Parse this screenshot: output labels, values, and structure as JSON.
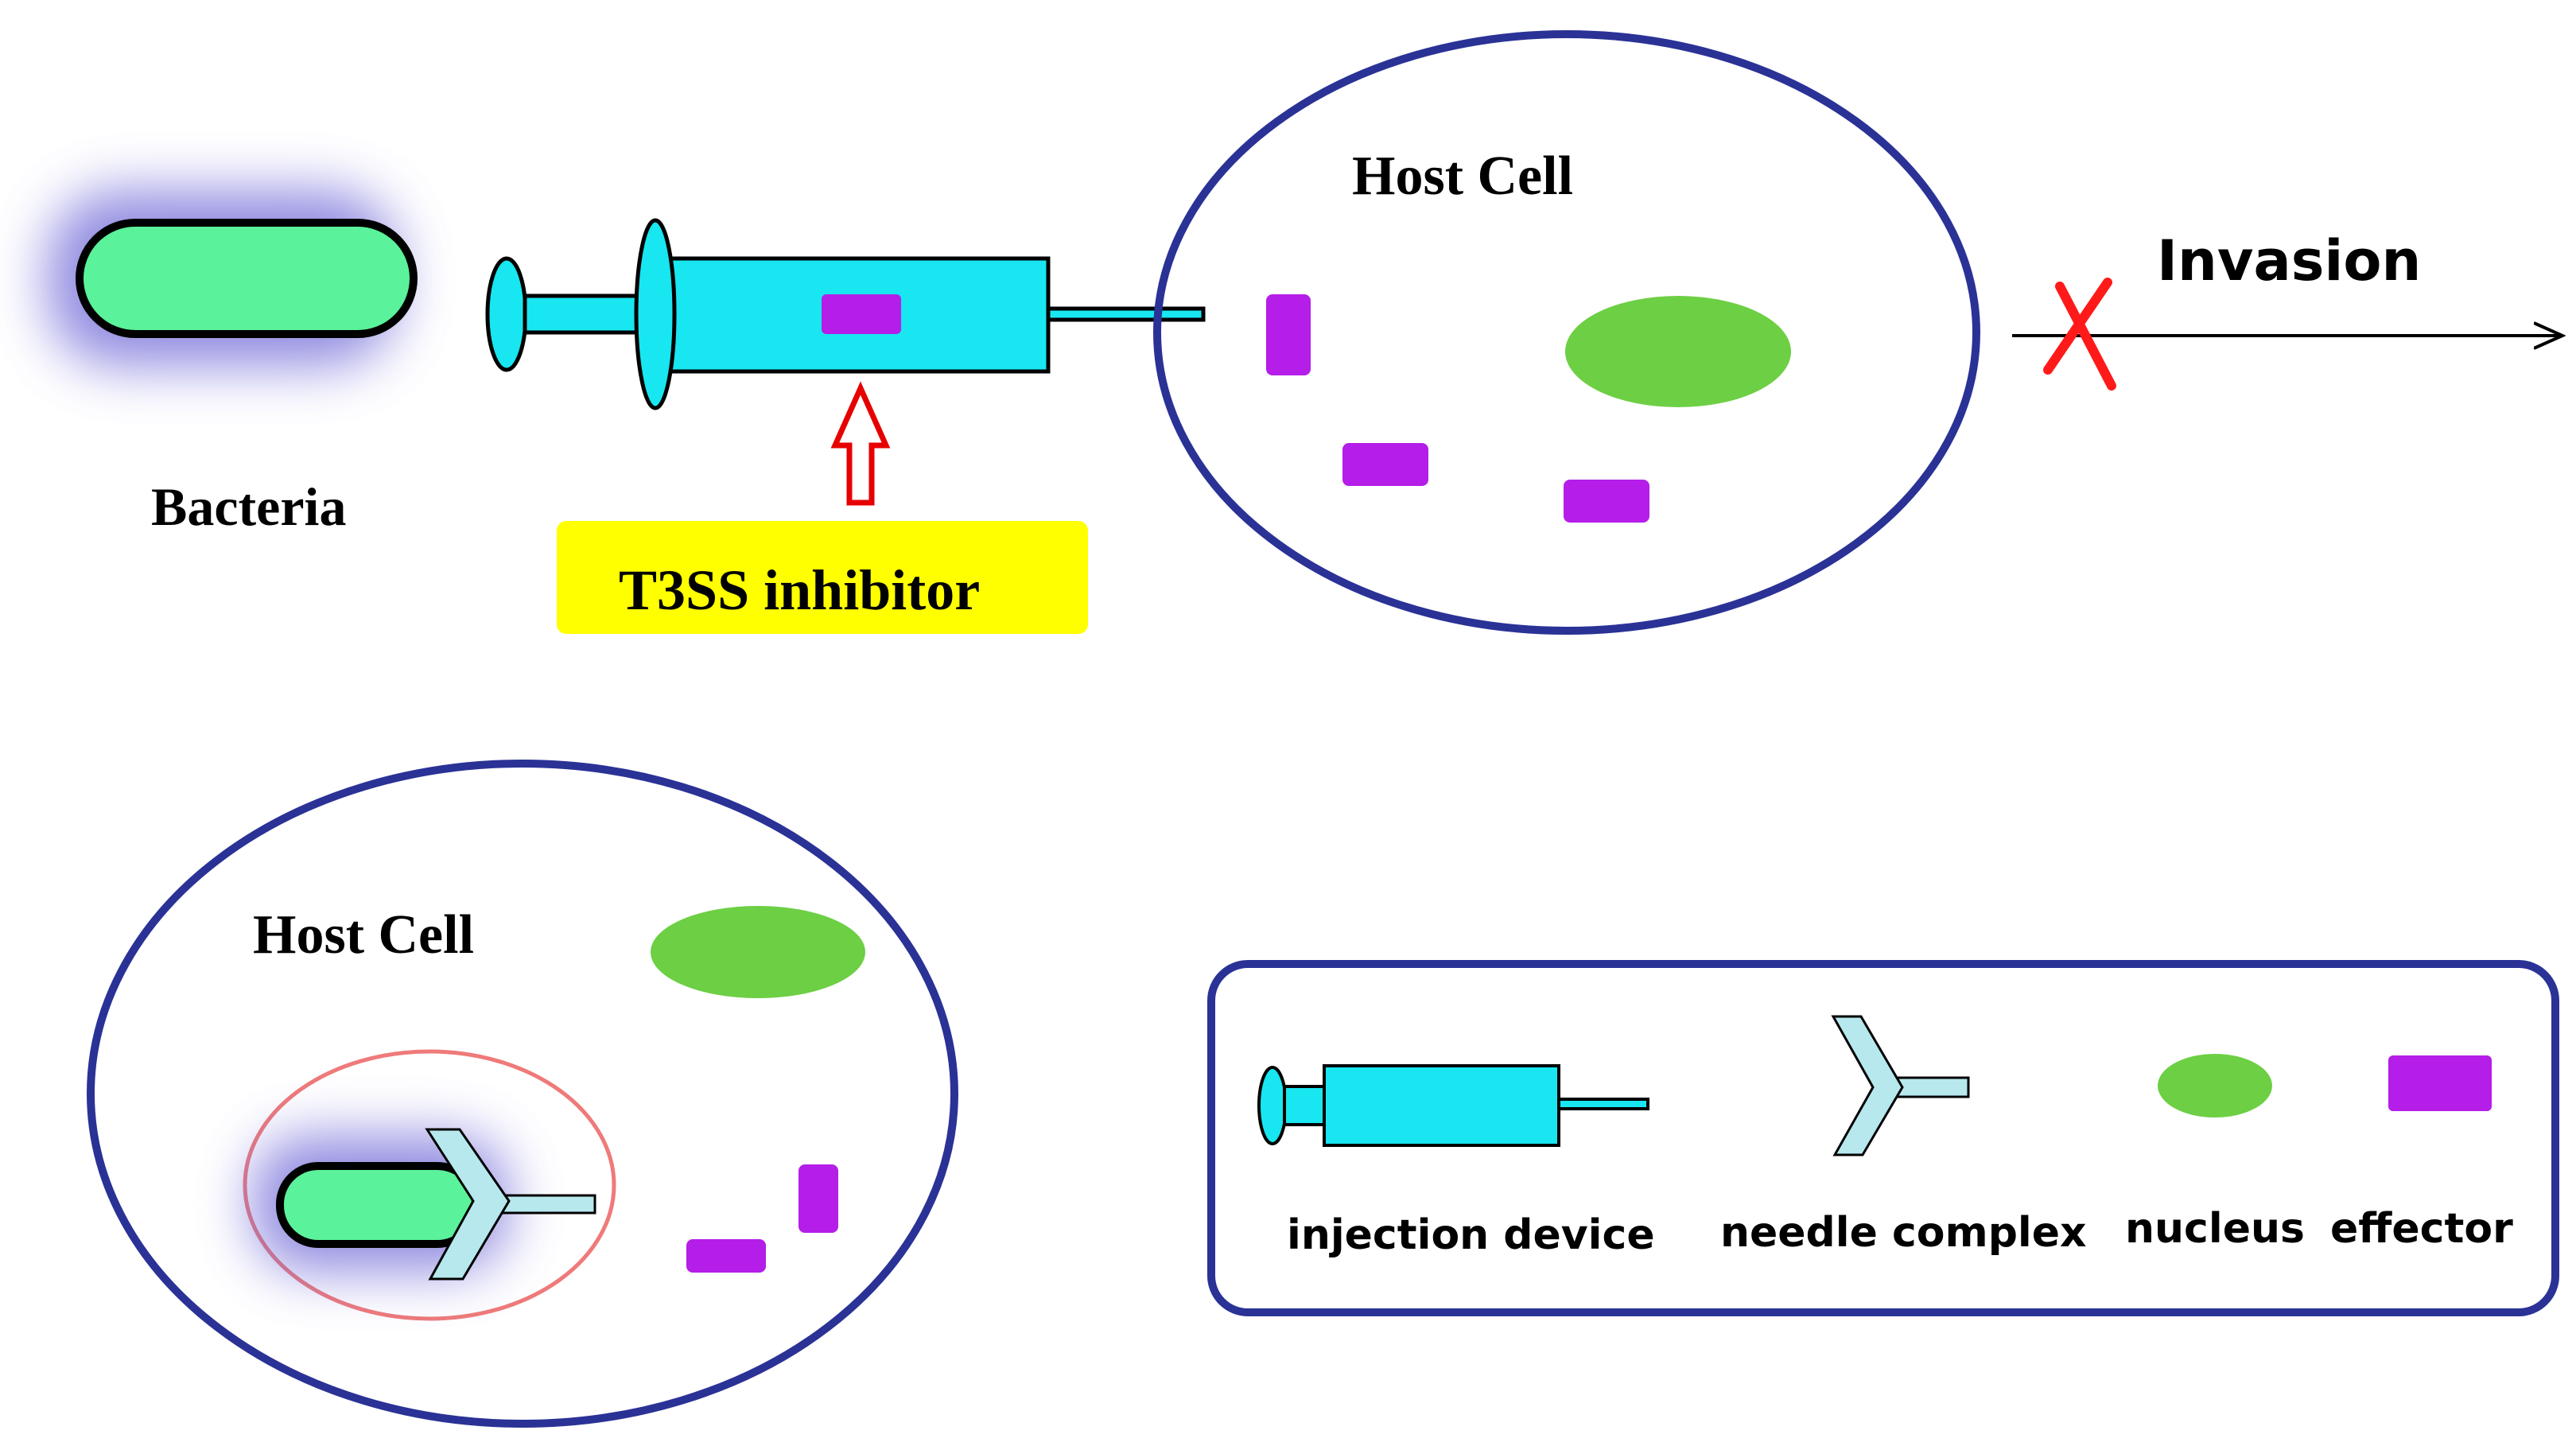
{
  "labels": {
    "bacteria": "Bacteria",
    "host_cell_top": "Host Cell",
    "host_cell_bottom": "Host Cell",
    "invasion": "Invasion",
    "inhibitor": "T3SS inhibitor"
  },
  "legend": {
    "injection_device": "injection device",
    "needle_complex": "needle complex",
    "nucleus": "nucleus",
    "effector": "effector"
  },
  "colors": {
    "bacteria_fill": "#5af29a",
    "bacteria_glow": "#6b63d6",
    "syringe_fill": "#18e6f0",
    "cell_outline": "#2a3296",
    "nucleus": "#6dcf44",
    "effector": "#b41ee8",
    "needle_complex": "#b6e8ee",
    "inhibitor_bg": "#ffff00",
    "inhibitor_arrow": "#e60000",
    "block_mark": "#ff1a1a",
    "vacuole": "#ef7a7a"
  }
}
